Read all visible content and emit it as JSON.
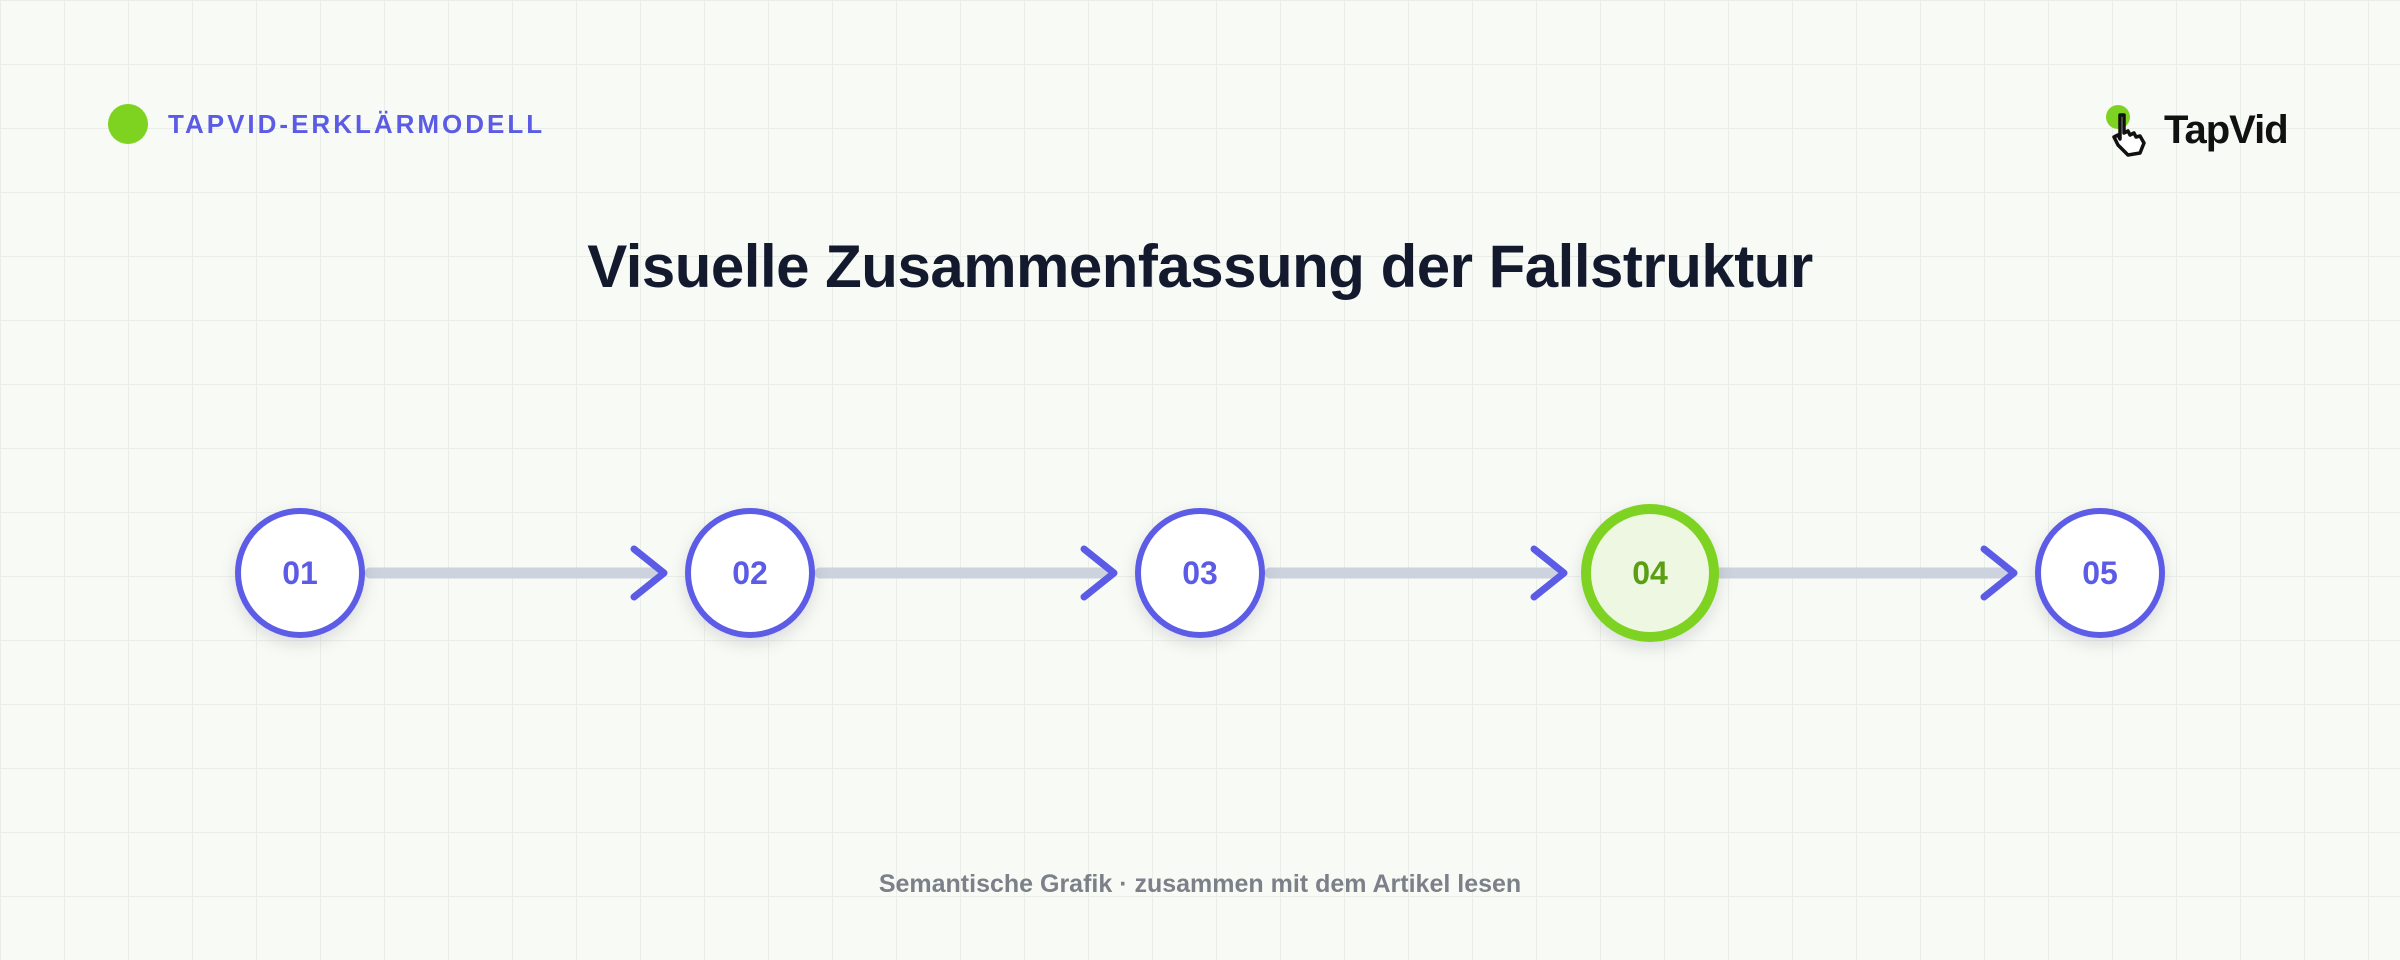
{
  "header": {
    "label": "TAPVID-ERKLÄRMODELL"
  },
  "brand": {
    "name": "TapVid"
  },
  "title": "Visuelle Zusammenfassung der Fallstruktur",
  "steps": [
    {
      "label": "01",
      "highlighted": false
    },
    {
      "label": "02",
      "highlighted": false
    },
    {
      "label": "03",
      "highlighted": false
    },
    {
      "label": "04",
      "highlighted": true
    },
    {
      "label": "05",
      "highlighted": false
    }
  ],
  "footer": {
    "text": "Semantische Grafik · zusammen mit dem Artikel lesen"
  },
  "colors": {
    "background": "#f8faf6",
    "accent_blue": "#5b5be6",
    "accent_green": "#7ed321",
    "green_text": "#5a9e12",
    "highlight_fill": "#eef7e2",
    "connector": "#cdd3de",
    "title": "#141a2e",
    "footer_text": "#7b8089"
  },
  "icons": {
    "brand_mark": "hand-pointer-icon"
  }
}
